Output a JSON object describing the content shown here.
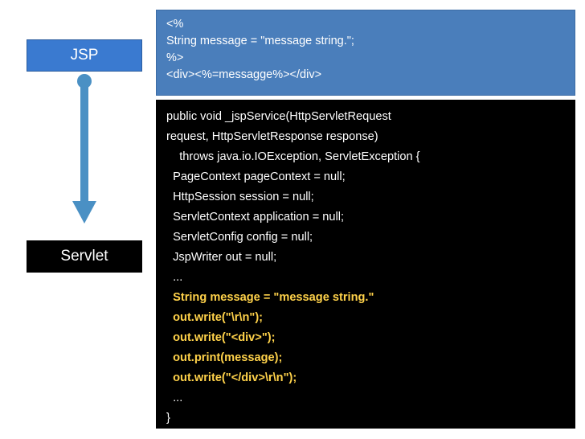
{
  "diagram": {
    "nodes": {
      "jsp": {
        "label": "JSP"
      },
      "servlet": {
        "label": "Servlet"
      }
    },
    "arrow": {
      "name": "jsp-to-servlet-arrow",
      "color": "#4a90c4",
      "direction": "down"
    },
    "colors": {
      "jsp_box_bg": "#3a7ad0",
      "servlet_box_bg": "#000000",
      "jsp_panel_bg": "#4a7ebb",
      "servlet_panel_bg": "#000000",
      "highlight_text": "#ffd24a"
    }
  },
  "jsp_code": {
    "lines": [
      "<%",
      "String message = \"message string.\";",
      "%>",
      "<div><%=messagge%></div>"
    ]
  },
  "servlet_code": {
    "lines": [
      {
        "text": "public void _jspService(HttpServletRequest",
        "highlight": false
      },
      {
        "text": "request, HttpServletResponse response)",
        "highlight": false
      },
      {
        "text": "    throws java.io.IOException, ServletException {",
        "highlight": false
      },
      {
        "text": "  PageContext pageContext = null;",
        "highlight": false
      },
      {
        "text": "  HttpSession session = null;",
        "highlight": false
      },
      {
        "text": "  ServletContext application = null;",
        "highlight": false
      },
      {
        "text": "  ServletConfig config = null;",
        "highlight": false
      },
      {
        "text": "  JspWriter out = null;",
        "highlight": false
      },
      {
        "text": "  ...",
        "highlight": false
      },
      {
        "text": "  String message = \"message string.\"",
        "highlight": true
      },
      {
        "text": "  out.write(\"\\r\\n\");",
        "highlight": true
      },
      {
        "text": "  out.write(\"<div>\");",
        "highlight": true
      },
      {
        "text": "  out.print(message);",
        "highlight": true
      },
      {
        "text": "  out.write(\"</div>\\r\\n\");",
        "highlight": true
      },
      {
        "text": "  ...",
        "highlight": false
      },
      {
        "text": "}",
        "highlight": false
      }
    ]
  }
}
